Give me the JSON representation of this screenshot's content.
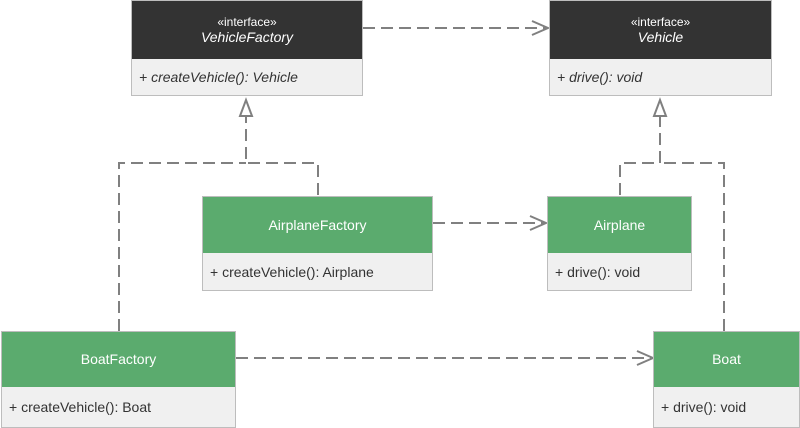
{
  "classes": {
    "vehicle_factory": {
      "stereotype": "«interface»",
      "name": "VehicleFactory",
      "member": "+ createVehicle(): Vehicle"
    },
    "vehicle": {
      "stereotype": "«interface»",
      "name": "Vehicle",
      "member": "+ drive(): void"
    },
    "airplane_factory": {
      "name": "AirplaneFactory",
      "member": "+ createVehicle(): Airplane"
    },
    "airplane": {
      "name": "Airplane",
      "member": "+ drive(): void"
    },
    "boat_factory": {
      "name": "BoatFactory",
      "member": "+ createVehicle(): Boat"
    },
    "boat": {
      "name": "Boat",
      "member": "+ drive(): void"
    }
  },
  "colors": {
    "interface_header": "#333333",
    "class_header": "#5bab6e",
    "body": "#f0f0f0",
    "connector": "#808080"
  },
  "relations": [
    {
      "type": "dependency",
      "from": "VehicleFactory",
      "to": "Vehicle"
    },
    {
      "type": "dependency",
      "from": "AirplaneFactory",
      "to": "Airplane"
    },
    {
      "type": "dependency",
      "from": "BoatFactory",
      "to": "Boat"
    },
    {
      "type": "realization",
      "from": "AirplaneFactory",
      "to": "VehicleFactory"
    },
    {
      "type": "realization",
      "from": "BoatFactory",
      "to": "VehicleFactory"
    },
    {
      "type": "realization",
      "from": "Airplane",
      "to": "Vehicle"
    },
    {
      "type": "realization",
      "from": "Boat",
      "to": "Vehicle"
    }
  ]
}
